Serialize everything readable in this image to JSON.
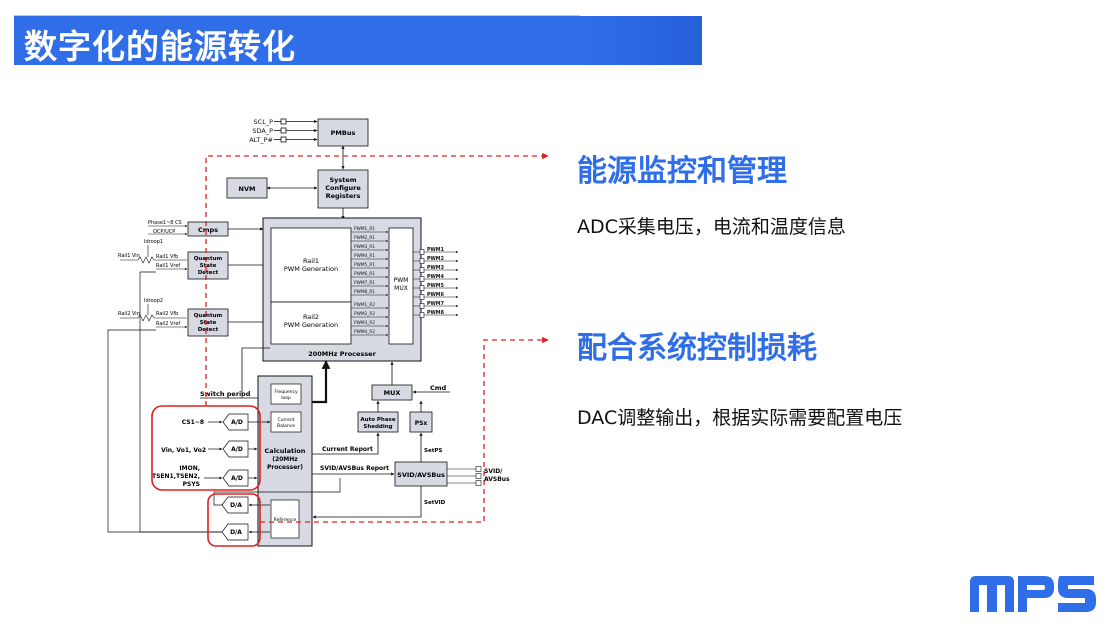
{
  "title": "数字化的能源转化",
  "sections": [
    {
      "heading": "能源监控和管理",
      "description": "ADC采集电压，电流和温度信息"
    },
    {
      "heading": "配合系统控制损耗",
      "description": "DAC调整输出，根据实际需要配置电压"
    }
  ],
  "diagram": {
    "inputs": {
      "scl": "SCL_P",
      "sda": "SDA_P",
      "alt": "ALT_P#"
    },
    "pmbus": "PMBus",
    "nvm": "NVM",
    "sys_config": [
      "System",
      "Configure",
      "Registers"
    ],
    "cmps": "Cmps",
    "phase_cs": "Phase1~8 CS",
    "ocp": "OCP/UCP",
    "idroop1": "Idroop1",
    "rail1_vfb": "Rail1 Vfb",
    "rail1_vin": "Rail1 Vin",
    "rail1_vref": "Rail1 Vref",
    "idroop2": "Idroop2",
    "rail2_vfb": "Rail2 Vfb",
    "rail2_vin": "Rail2 Vin",
    "rail2_vref": "Rail2 Vref",
    "qsd": [
      "Quantum",
      "State",
      "Detect"
    ],
    "rail1_gen": [
      "Rail1",
      "PWM Generation"
    ],
    "rail2_gen": [
      "Rail2",
      "PWM Generation"
    ],
    "pwm_r1": [
      "PWM1_R1",
      "PWM2_R1",
      "PWM3_R1",
      "PWM4_R1",
      "PWM5_R1",
      "PWM6_R1",
      "PWM7_R1",
      "PWM8_R1"
    ],
    "pwm_r2": [
      "PWM1_R2",
      "PWM2_R2",
      "PWM3_R2",
      "PWM4_R2"
    ],
    "pwm_mux": [
      "PWM",
      "MUX"
    ],
    "pwm_out": [
      "PWM1",
      "PWM2",
      "PWM3",
      "PWM4",
      "PWM5",
      "PWM6",
      "PWM7",
      "PWM8"
    ],
    "processor": "200MHz Processer",
    "switch_period": "Switch period",
    "freq_loop": [
      "Frequency",
      "loop"
    ],
    "current_balance": [
      "Current",
      "Balance"
    ],
    "calculation": [
      "Calculation",
      "(20MHz",
      "Processer)"
    ],
    "reference": "Reference",
    "cs": "CS1~8",
    "vin": "Vin, Vo1, Vo2",
    "imon": [
      "IMON,",
      "TSEN1,TSEN2,",
      "PSYS"
    ],
    "ad": "A/D",
    "da": "D/A",
    "mux": "MUX",
    "cmd": "Cmd",
    "auto_phase": [
      "Auto Phase",
      "Shedding"
    ],
    "psx": "PSx",
    "setps": "SetPS",
    "current_report": "Current Report",
    "svid_report": "SVID/AVSBus Report",
    "svid_block": "SVID/AVSBus",
    "svid_ext": [
      "SVID/",
      "AVSBus"
    ],
    "setvid": "SetVID"
  },
  "logo_text": "MPS",
  "colors": {
    "accent": "#2f6ee8",
    "dashed": "#e02020",
    "highlight": "#e02020",
    "block_fill": "#d7dae2",
    "logo": "#2f6ee8"
  }
}
